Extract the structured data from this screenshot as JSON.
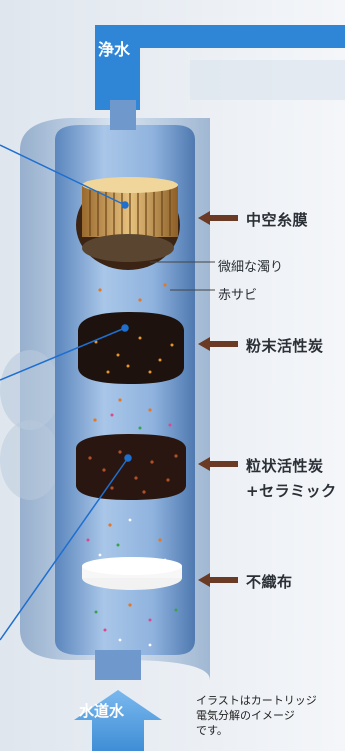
{
  "flow": {
    "outlet": "浄水",
    "inlet": "水道水"
  },
  "layers": {
    "hollow_fiber": "中空糸膜",
    "powder_carbon": "粉末活性炭",
    "granular_carbon_line1": "粒状活性炭",
    "granular_carbon_line2": "+セラミック",
    "nonwoven": "不織布"
  },
  "impurities": {
    "turbidity": "微細な濁り",
    "rust": "赤サビ"
  },
  "caption": {
    "line1": "イラストはカートリッジ",
    "line2": "電気分解のイメージ",
    "line3": "です。"
  },
  "colors": {
    "blue_flow": "#2f86d6",
    "cylinder": "#7fa8d6",
    "arrow_brown": "#6b3a24"
  }
}
